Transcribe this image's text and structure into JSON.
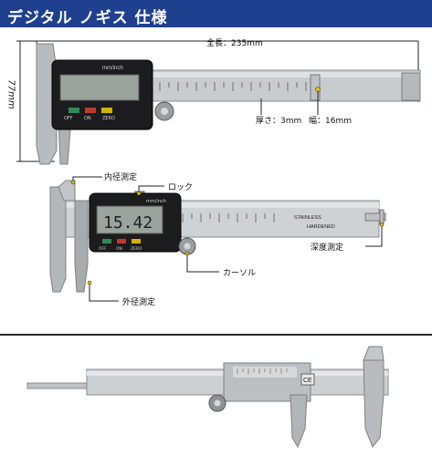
{
  "header": {
    "title": "デジタル ノギス 仕様"
  },
  "dimensions": {
    "total_length": "全長：235mm",
    "height": "77mm",
    "thickness": "厚さ：3mm",
    "width": "幅：16mm"
  },
  "parts": {
    "inner_jaw": "内径測定",
    "lock": "ロック",
    "depth": "深度測定",
    "cursor": "カーソル",
    "outer_jaw": "外径測定"
  },
  "display": {
    "top_unit": "mm/inch",
    "top_off": "OFF",
    "top_on": "ON",
    "top_zero": "ZERO",
    "mid_unit": "mm/inch",
    "mid_reading": "15.42",
    "mid_off": "OFF",
    "mid_on": "ON",
    "mid_zero": "ZERO"
  },
  "scale_text": {
    "stainless": "STAINLESS",
    "hardened": "HARDENED",
    "ce": "CE"
  },
  "colors": {
    "header_bg": "#1f3f8f",
    "leader": "#222222"
  }
}
